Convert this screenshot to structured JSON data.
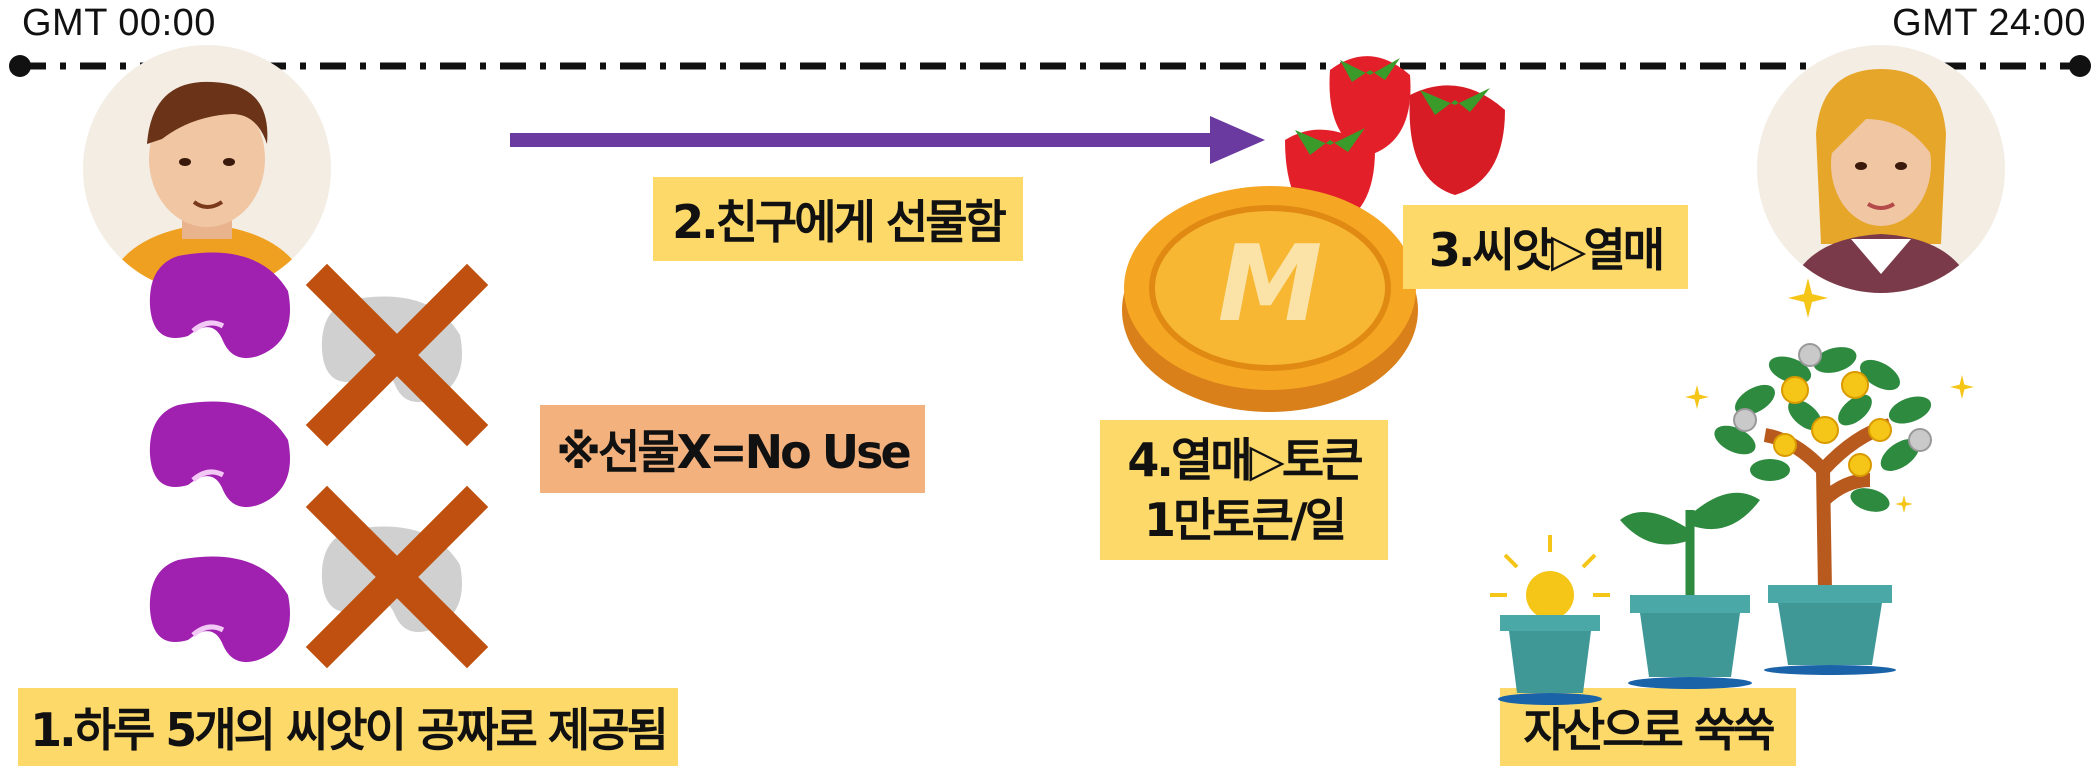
{
  "timeline": {
    "start_label": "GMT 00:00",
    "end_label": "GMT 24:00"
  },
  "steps": {
    "step1": "1.하루 5개의 씨앗이 공짜로 제공됨",
    "step2": "2.친구에게 선물함",
    "step3": "3.씨앗▷열매",
    "step4_line1": "4.열매▷토큰",
    "step4_line2": "1만토큰/일"
  },
  "note": "※선물X=No Use",
  "result": "자산으로 쑥쑥",
  "coin_letter": "M",
  "colors": {
    "seed": "#a020b0",
    "cross": "#c0500f",
    "arrow": "#6b3aa0",
    "label_yellow": "#fdd96a",
    "label_peach": "#f3b17e",
    "coin": "#f5a623",
    "strawberry": "#e3202a",
    "pot": "#4aa9a7"
  },
  "icons": [
    "man-avatar-icon",
    "woman-avatar-icon",
    "seed-icon",
    "cross-icon",
    "strawberry-icon",
    "coin-icon",
    "lightbulb-icon",
    "sprout-icon",
    "money-tree-icon",
    "sparkle-icon"
  ]
}
